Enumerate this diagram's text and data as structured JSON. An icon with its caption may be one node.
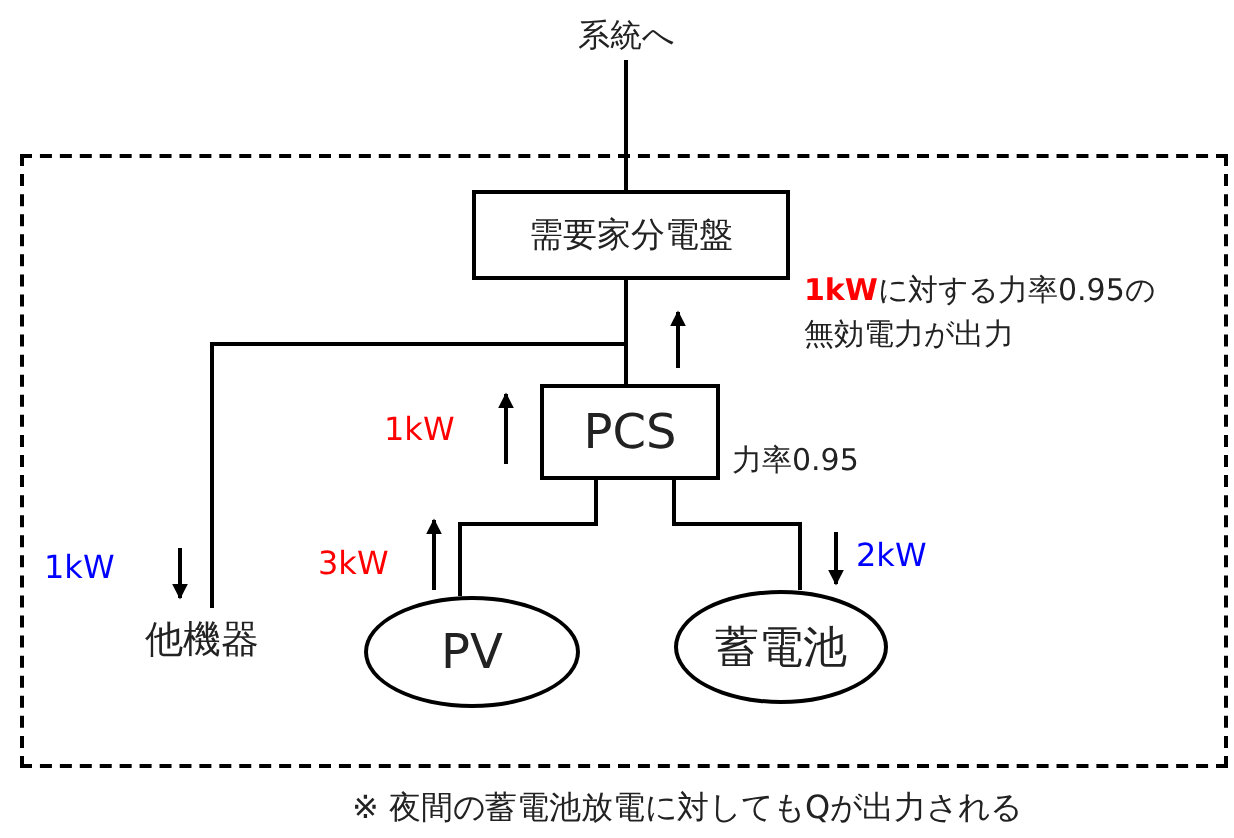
{
  "diagram": {
    "nodes": [
      {
        "text": [
          "系統へ"
        ]
      },
      {
        "text": [],
        "shape": "box"
      },
      {
        "text": [
          "需要家分電盤"
        ],
        "in": 1
      },
      {
        "text": [
          "PCS"
        ],
        "in": 1,
        "beside": [
          "力率0.95"
        ]
      },
      {
        "text": [
          "他機器"
        ],
        "in": 1
      },
      {
        "text": [
          "PV"
        ],
        "in": 1
      },
      {
        "text": [
          "蓄電池"
        ],
        "in": 1
      }
    ],
    "edges": [
      {
        "from": 0,
        "to": 2,
        "arrow": "none"
      },
      {
        "from": 2,
        "to": 3,
        "arrow": "none"
      },
      {
        "from": 2,
        "to": 4,
        "arrow": "none"
      },
      {
        "from": 3,
        "to": 5,
        "arrow": "none"
      },
      {
        "from": 3,
        "to": 6,
        "arrow": "none"
      }
    ],
    "labels": [
      "**1kW**に対する力率0.95の無効電力が出力",
      "1kW",
      "1kW",
      "3kW",
      "2kW",
      "※ 夜間の蓄電池放電に対してもQが出力される"
    ]
  }
}
